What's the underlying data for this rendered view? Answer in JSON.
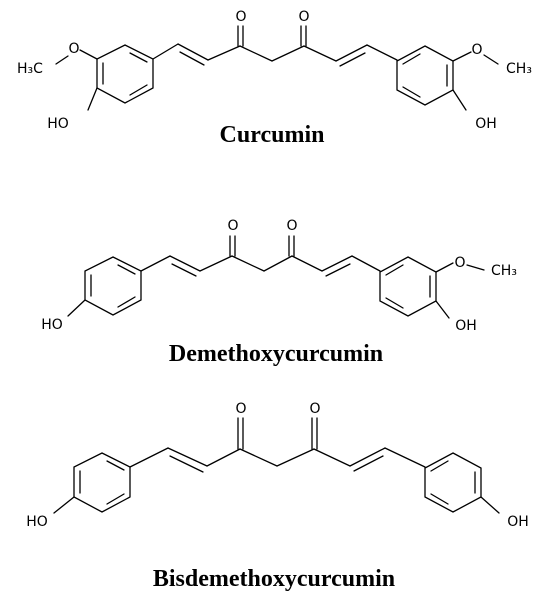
{
  "molecules": {
    "curcumin": {
      "name": "Curcumin",
      "atoms": {
        "o_keto_left": "O",
        "o_keto_right": "O",
        "methoxy_o_left": "O",
        "methyl_left": "H₃C",
        "hydroxyl_left": "HO",
        "methoxy_o_right": "O",
        "methyl_right": "CH₃",
        "hydroxyl_right": "OH"
      }
    },
    "demethoxycurcumin": {
      "name": "Demethoxycurcumin",
      "atoms": {
        "o_keto_left": "O",
        "o_keto_right": "O",
        "hydroxyl_left": "HO",
        "methoxy_o_right": "O",
        "methyl_right": "CH₃",
        "hydroxyl_right": "OH"
      }
    },
    "bisdemethoxycurcumin": {
      "name": "Bisdemethoxycurcumin",
      "atoms": {
        "o_keto_left": "O",
        "o_keto_right": "O",
        "hydroxyl_left": "HO",
        "hydroxyl_right": "OH"
      }
    }
  }
}
